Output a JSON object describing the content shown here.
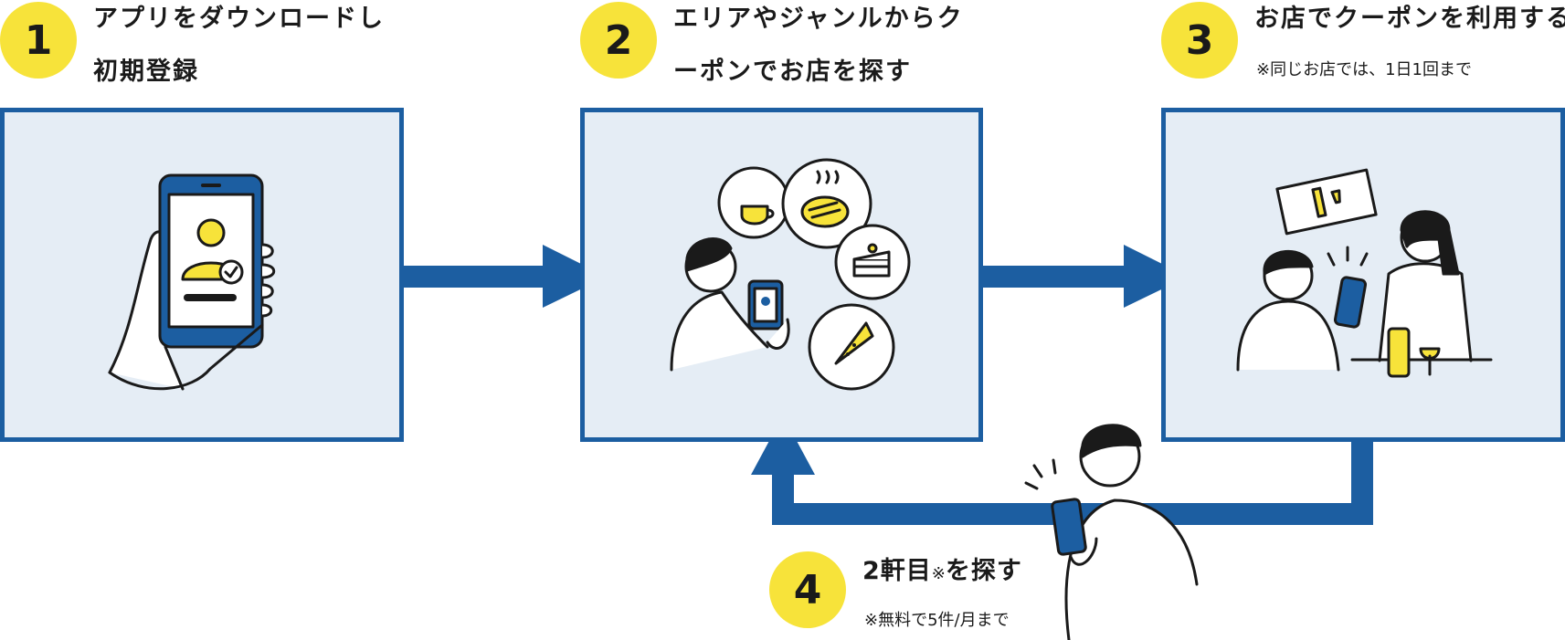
{
  "steps": [
    {
      "number": "1",
      "line1": "アプリをダウンロードし",
      "line2": "初期登録"
    },
    {
      "number": "2",
      "line1": "エリアやジャンルからク",
      "line2": "ーポンでお店を探す"
    },
    {
      "number": "3",
      "line1": "お店でクーポンを利用する",
      "note": "※同じお店では、1日1回まで"
    },
    {
      "number": "4",
      "line1_pre": "2軒目",
      "line1_mark": "※",
      "line1_post": "を探す",
      "note": "※無料で5件/月まで"
    }
  ],
  "colors": {
    "accent_yellow": "#f7e33a",
    "panel_bg": "#e5edf5",
    "brand_blue": "#1c5ea1"
  },
  "icons": [
    "phone-hand-icon",
    "person-search-food-icon",
    "store-coupon-icon",
    "person-phone-icon"
  ]
}
